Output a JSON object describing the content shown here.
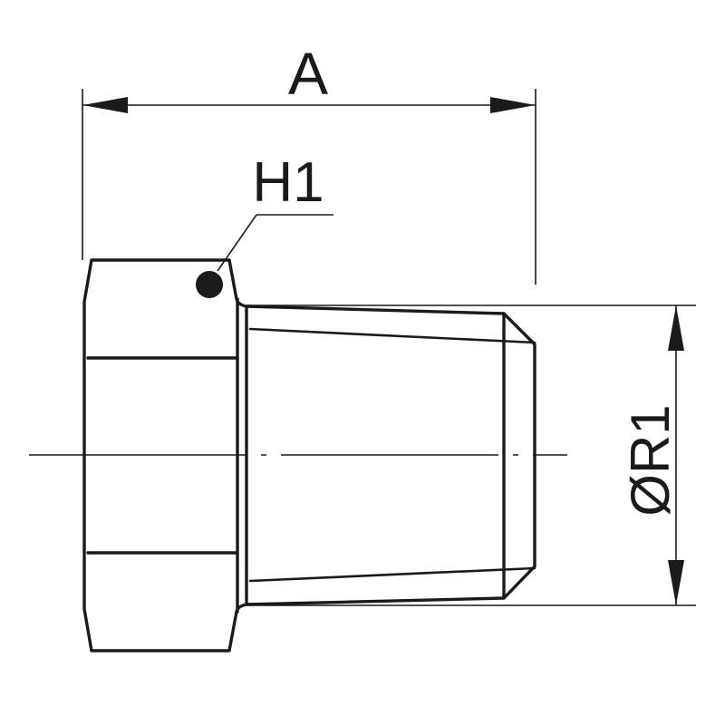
{
  "labels": {
    "length_dimension": "A",
    "hole_callout": "H1",
    "diameter_dimension": "ØR1"
  },
  "colors": {
    "line": "#1a1a1a",
    "background": "#ffffff"
  }
}
